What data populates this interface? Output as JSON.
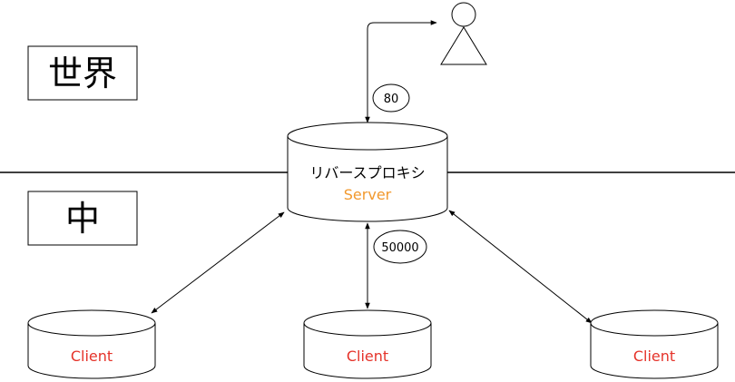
{
  "zones": {
    "outside_label": "世界",
    "inside_label": "中"
  },
  "server": {
    "title": "リバースプロキシ",
    "role": "Server"
  },
  "ports": {
    "external": "80",
    "internal": "50000"
  },
  "clients": [
    {
      "label": "Client"
    },
    {
      "label": "Client"
    },
    {
      "label": "Client"
    }
  ],
  "colors": {
    "line": "#000000",
    "server_role": "#F2992E",
    "client_label": "#E5332A",
    "background": "#FFFFFF"
  }
}
